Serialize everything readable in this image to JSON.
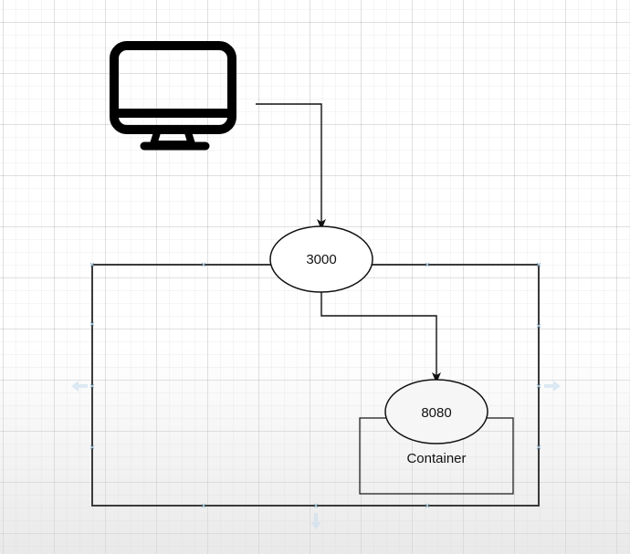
{
  "diagram": {
    "host_icon": "computer-monitor-icon",
    "host_port": "3000",
    "container_port": "8080",
    "container_label": "Container",
    "colors": {
      "stroke": "#111111",
      "box_stroke": "#333333",
      "fill": "#ffffff",
      "hint_arrow": "#cfe0ee"
    }
  }
}
